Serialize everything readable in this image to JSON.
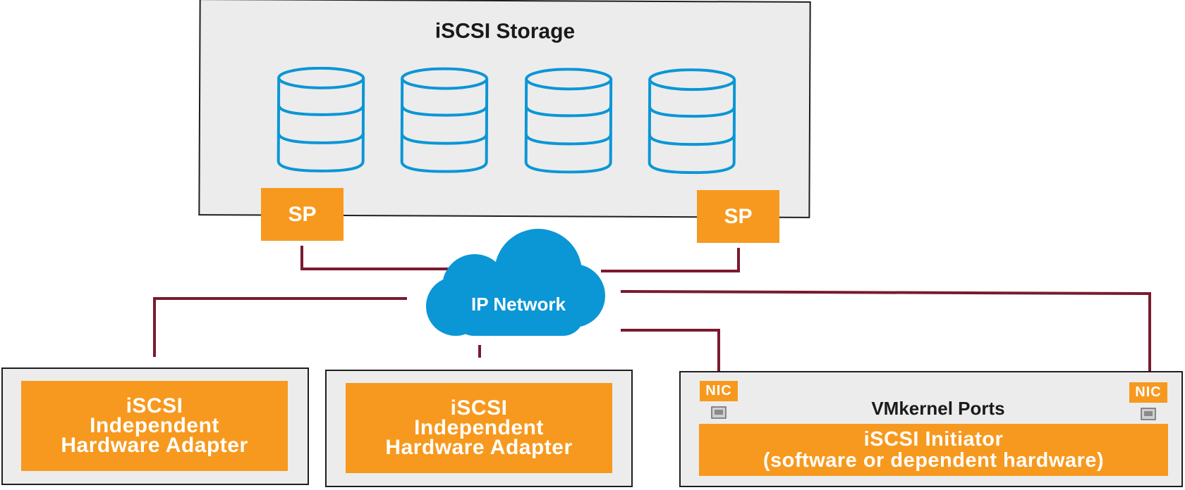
{
  "storage": {
    "title": "iSCSI Storage",
    "disks": [
      "database-icon",
      "database-icon",
      "database-icon",
      "database-icon"
    ],
    "sp_left": "SP",
    "sp_right": "SP"
  },
  "network": {
    "label": "IP Network"
  },
  "adapters": [
    {
      "label": "iSCSI\nIndependent\nHardware Adapter"
    },
    {
      "label": "iSCSI\nIndependent\nHardware Adapter"
    }
  ],
  "vmkernel": {
    "title": "VMkernel Ports",
    "nic_left": "NIC",
    "nic_right": "NIC",
    "initiator": "iSCSI Initiator\n(software or dependent hardware)"
  },
  "colors": {
    "orange": "#f7991e",
    "blue": "#0b96d6",
    "link": "#7a1a2e",
    "panel": "#ececec"
  }
}
